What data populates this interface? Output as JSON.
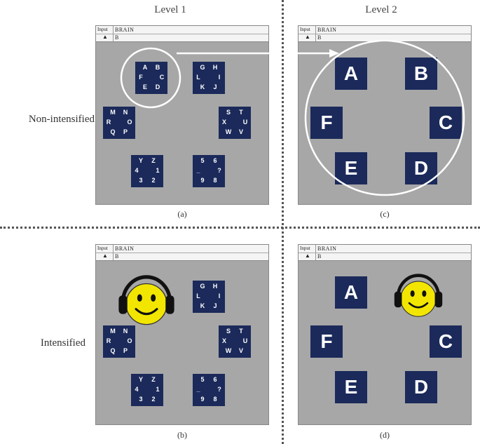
{
  "columns": {
    "level1": "Level 1",
    "level2": "Level 2"
  },
  "rows": {
    "non_intensified": "Non-intensified",
    "intensified": "Intensified"
  },
  "captions": {
    "a": "(a)",
    "b": "(b)",
    "c": "(c)",
    "d": "(d)"
  },
  "input_bar": {
    "label": "Input",
    "value": "BRAIN",
    "button": "▲",
    "cursor": "B"
  },
  "groups": [
    [
      "A",
      "B",
      "C",
      "D",
      "E",
      "F"
    ],
    [
      "G",
      "H",
      "I",
      "J",
      "K",
      "L"
    ],
    [
      "M",
      "N",
      "O",
      "P",
      "Q",
      "R"
    ],
    [
      "S",
      "T",
      "U",
      "V",
      "W",
      "X"
    ],
    [
      "Y",
      "Z",
      "1",
      "2",
      "3",
      "4"
    ],
    [
      "5",
      "6",
      "?",
      "8",
      "9",
      "_"
    ]
  ],
  "level2_letters": [
    "A",
    "B",
    "C",
    "D",
    "E",
    "F"
  ],
  "colors": {
    "tile": "#1b2a5a",
    "panel": "#a7a7a7",
    "smiley": "#f2e600"
  },
  "icons": {
    "selection_circle": "circle-highlight",
    "zoom_arrow": "arrow",
    "face": "smiley-with-headphones-icon"
  }
}
